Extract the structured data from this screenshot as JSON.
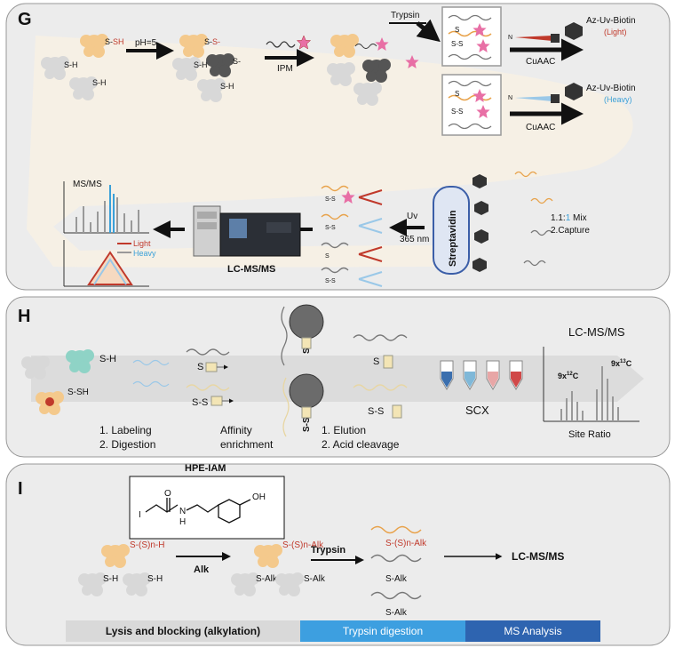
{
  "panel_g": {
    "letter": "G",
    "s_sh_prefix": "S-",
    "s_sh_suffix": "SH",
    "s_h": "S-H",
    "ph_label": "pH=5",
    "s_s_prefix": "S-",
    "s_s_suffix": "S-",
    "s_dash": "S-",
    "ipm_label": "IPM",
    "trypsin_label": "Trypsin",
    "cuaac_label": "CuAAC",
    "az_biotin_label": "Az-Uv-Biotin",
    "light_tag": "(Light)",
    "heavy_tag": "(Heavy)",
    "azide_n3": "N",
    "ss_label": "S-S",
    "s_label": "S",
    "msms_label": "MS/MS",
    "legend_light": "Light",
    "legend_heavy": "Heavy",
    "lcmsms_label": "LC-MS/MS",
    "uv_label": "Uv",
    "uv_wavelength": "365 nm",
    "streptavidin_label": "Streptavidin",
    "mix_step_num": "1.1:",
    "mix_step_ratio": "1",
    "mix_step_text": " Mix",
    "capture_step": "2.Capture",
    "colors": {
      "light": "#c0392b",
      "heavy": "#3aa0d8",
      "pink_star": "#e86fa5",
      "orange_peptide": "#e8a24a"
    }
  },
  "panel_h": {
    "letter": "H",
    "s_h": "S-H",
    "s_sh": "S-SH",
    "s_label": "S",
    "ss_label": "S-S",
    "step_labeling": "1.  Labeling",
    "step_digestion": "2.  Digestion",
    "affinity_line1": "Affinity",
    "affinity_line2": "enrichment",
    "step_elution": "1.  Elution",
    "step_acid": "2.  Acid cleavage",
    "scx_label": "SCX",
    "lcmsms_label": "LC-MS/MS",
    "light_isotope": "9x",
    "light_isotope_sup": "12",
    "light_isotope_end": "C",
    "heavy_isotope": "9x",
    "heavy_isotope_sup": "13",
    "heavy_isotope_end": "C",
    "site_ratio": "Site Ratio"
  },
  "panel_i": {
    "letter": "I",
    "reagent_name": "HPE-IAM",
    "atom_i": "I",
    "atom_o": "O",
    "atom_n": "N",
    "atom_h": "H",
    "atom_oh": "OH",
    "s_sn_h": "S-(S)n-H",
    "s_h": "S-H",
    "alk_label": "Alk",
    "s_sn_alk": "S-(S)n-Alk",
    "s_alk": "S-Alk",
    "trypsin_label": "Trypsin",
    "lcmsms_label": "LC-MS/MS",
    "bar_lysis": "Lysis and blocking (alkylation)",
    "bar_trypsin": "Trypsin digestion",
    "bar_ms": "MS Analysis",
    "colors": {
      "lysis": "#d9d9d9",
      "trypsin": "#3d9fe0",
      "ms": "#2e64b0"
    }
  }
}
